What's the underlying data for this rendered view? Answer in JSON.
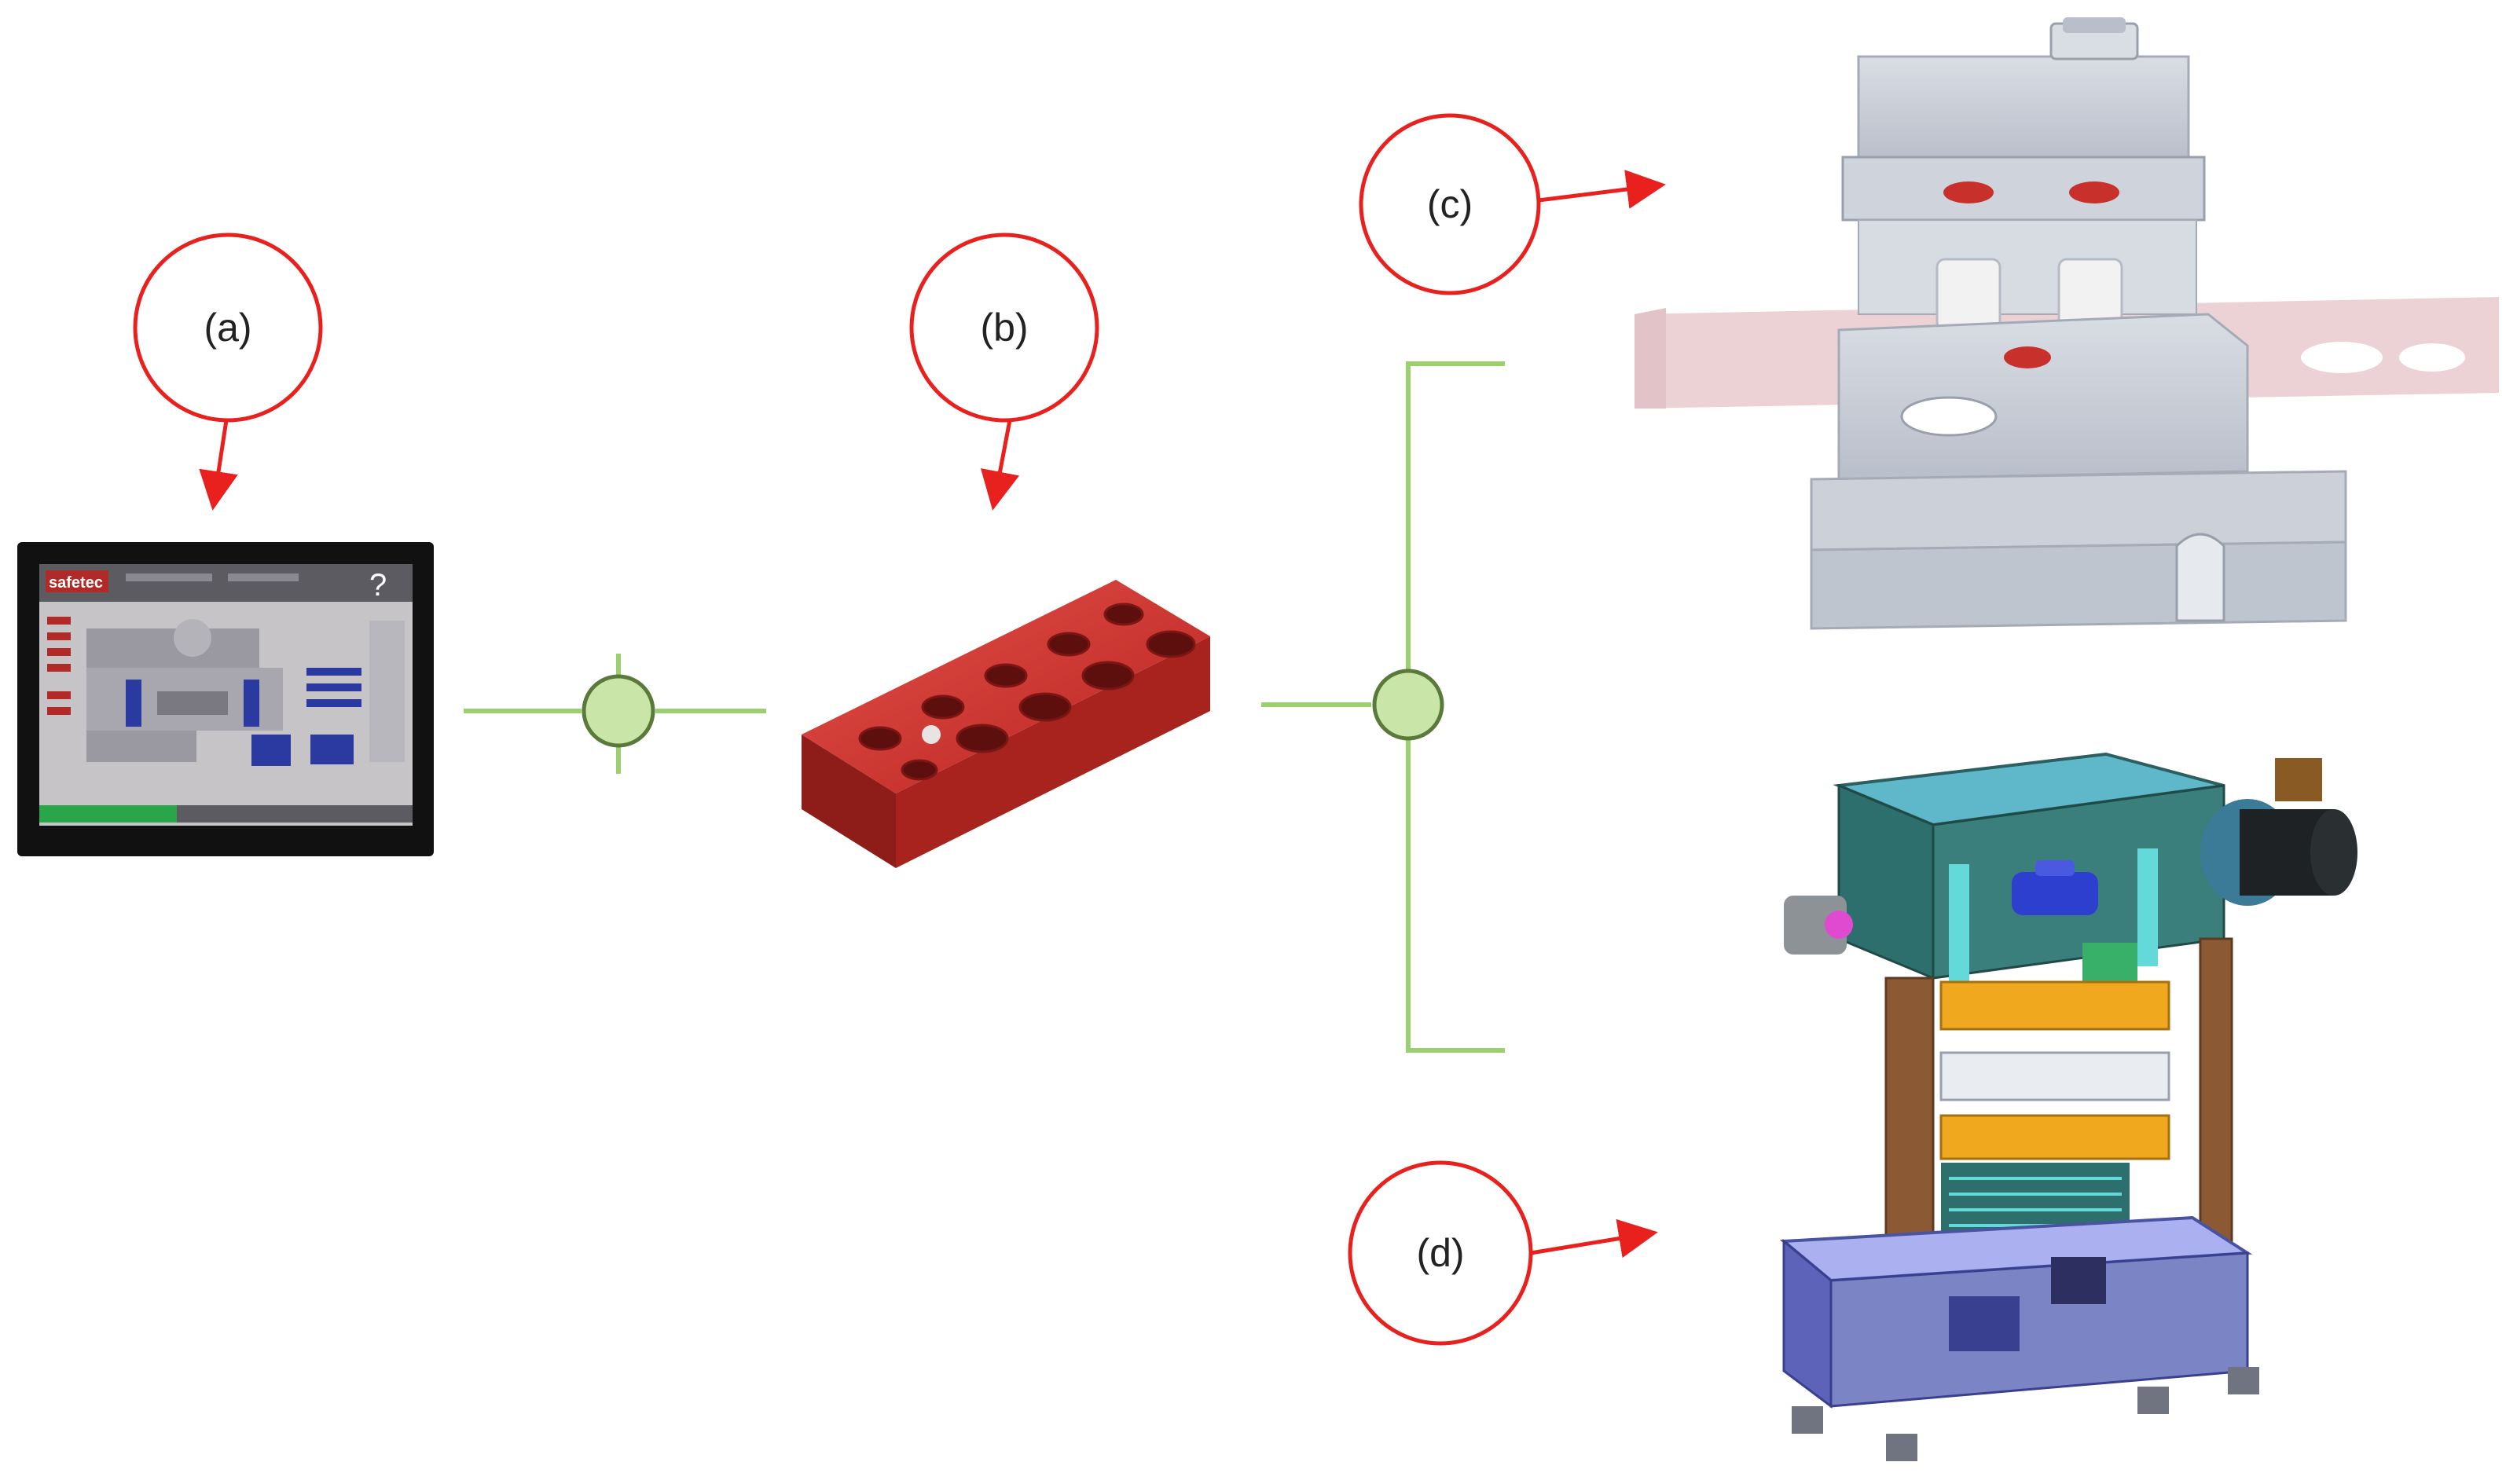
{
  "labels": {
    "a": "(a)",
    "b": "(b)",
    "c": "(c)",
    "d": "(d)"
  },
  "hmi_logo": "safetec",
  "colors": {
    "callout_red": "#e8211e",
    "connector_green": "#9ccf6e",
    "node_fill": "#c9e6a8",
    "node_stroke": "#5a7a3c",
    "module_red": "#c9302c",
    "die_gray": "#c7ccd6",
    "press_teal": "#2d6f6c",
    "press_blue": "#7b84c4",
    "press_brown": "#8b5a35"
  },
  "icons": [
    "hmi-touch-panel-icon",
    "io-module-icon",
    "die-assembly-icon",
    "press-machine-icon"
  ]
}
